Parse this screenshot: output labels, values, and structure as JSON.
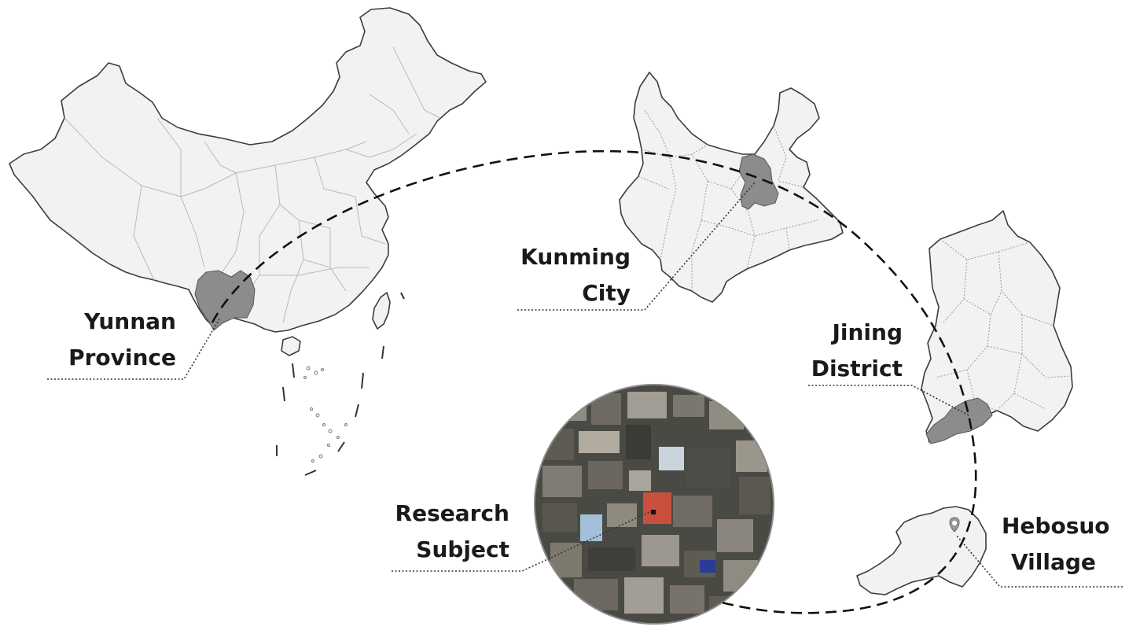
{
  "labels": {
    "yunnan": [
      "Yunnan",
      "Province"
    ],
    "kunming": [
      "Kunming",
      "City"
    ],
    "jining": [
      "Jining",
      "District"
    ],
    "research": [
      "Research",
      "Subject"
    ],
    "hebosuo": [
      "Hebosuo",
      "Village"
    ]
  },
  "colors": {
    "region_fill": "#f2f2f2",
    "region_stroke": "#3c3c3c",
    "highlight_fill": "#8c8c8c",
    "subject_building": "#c8503c",
    "trajectory": "#111111"
  },
  "icons": {
    "village_marker": "location-pin-icon"
  }
}
